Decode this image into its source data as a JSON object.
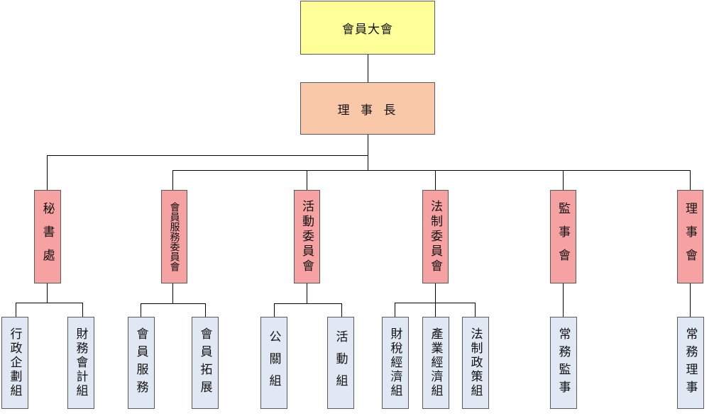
{
  "chart": {
    "top": "會員大會",
    "chair": "理 事 長",
    "departments": [
      {
        "label": "秘書處",
        "teams": [
          "行政企劃組",
          "財務會計組"
        ]
      },
      {
        "label": "會員服務委員會",
        "teams": [
          "會員服務",
          "會員拓展"
        ]
      },
      {
        "label": "活動委員會",
        "teams": [
          "公關組",
          "活動組"
        ]
      },
      {
        "label": "法制委員會",
        "teams": [
          "財稅經濟組",
          "產業經濟組",
          "法制政策組"
        ]
      },
      {
        "label": "監事會",
        "teams": [
          "常務監事"
        ]
      },
      {
        "label": "理事會",
        "teams": [
          "常務理事"
        ]
      }
    ]
  }
}
